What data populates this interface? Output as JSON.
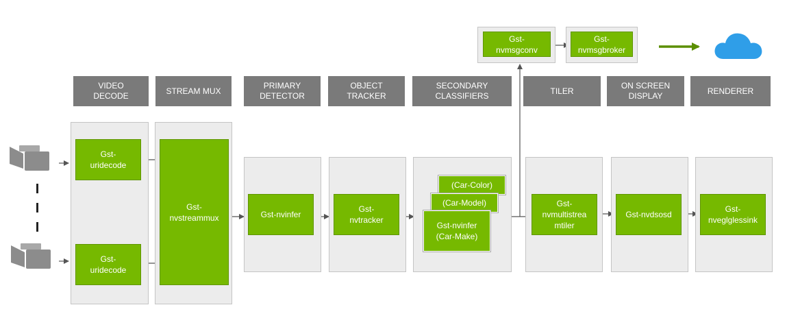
{
  "headers": [
    "VIDEO\nDECODE",
    "STREAM MUX",
    "PRIMARY\nDETECTOR",
    "OBJECT\nTRACKER",
    "SECONDARY\nCLASSIFIERS",
    "TILER",
    "ON SCREEN\nDISPLAY",
    "RENDERER"
  ],
  "plugins": {
    "uridecode_top": "Gst-\nuridecode",
    "uridecode_bottom": "Gst-\nuridecode",
    "streammux": "Gst-\nnvstreammux",
    "nvinfer": "Gst-nvinfer",
    "tracker": "Gst-\nnvtracker",
    "car_color": "(Car-Color)",
    "car_model": "(Car-Model)",
    "secondary_nvinfer": "Gst-nvinfer\n(Car-Make)",
    "tiler": "Gst-\nnvmultistrea\nmtiler",
    "osd": "Gst-nvdsosd",
    "sink": "Gst-\nnveglglessink",
    "msgconv": "Gst-\nnvmsgconv",
    "msgbroker": "Gst-\nnvmsgbroker"
  },
  "colors": {
    "nvidia_green": "#76b900",
    "header_gray": "#7a7a7a",
    "panel_gray": "#ececec",
    "cloud_blue": "#2f9ee8"
  },
  "icons": {
    "source": "video-camera-icon",
    "destination": "cloud-icon"
  }
}
